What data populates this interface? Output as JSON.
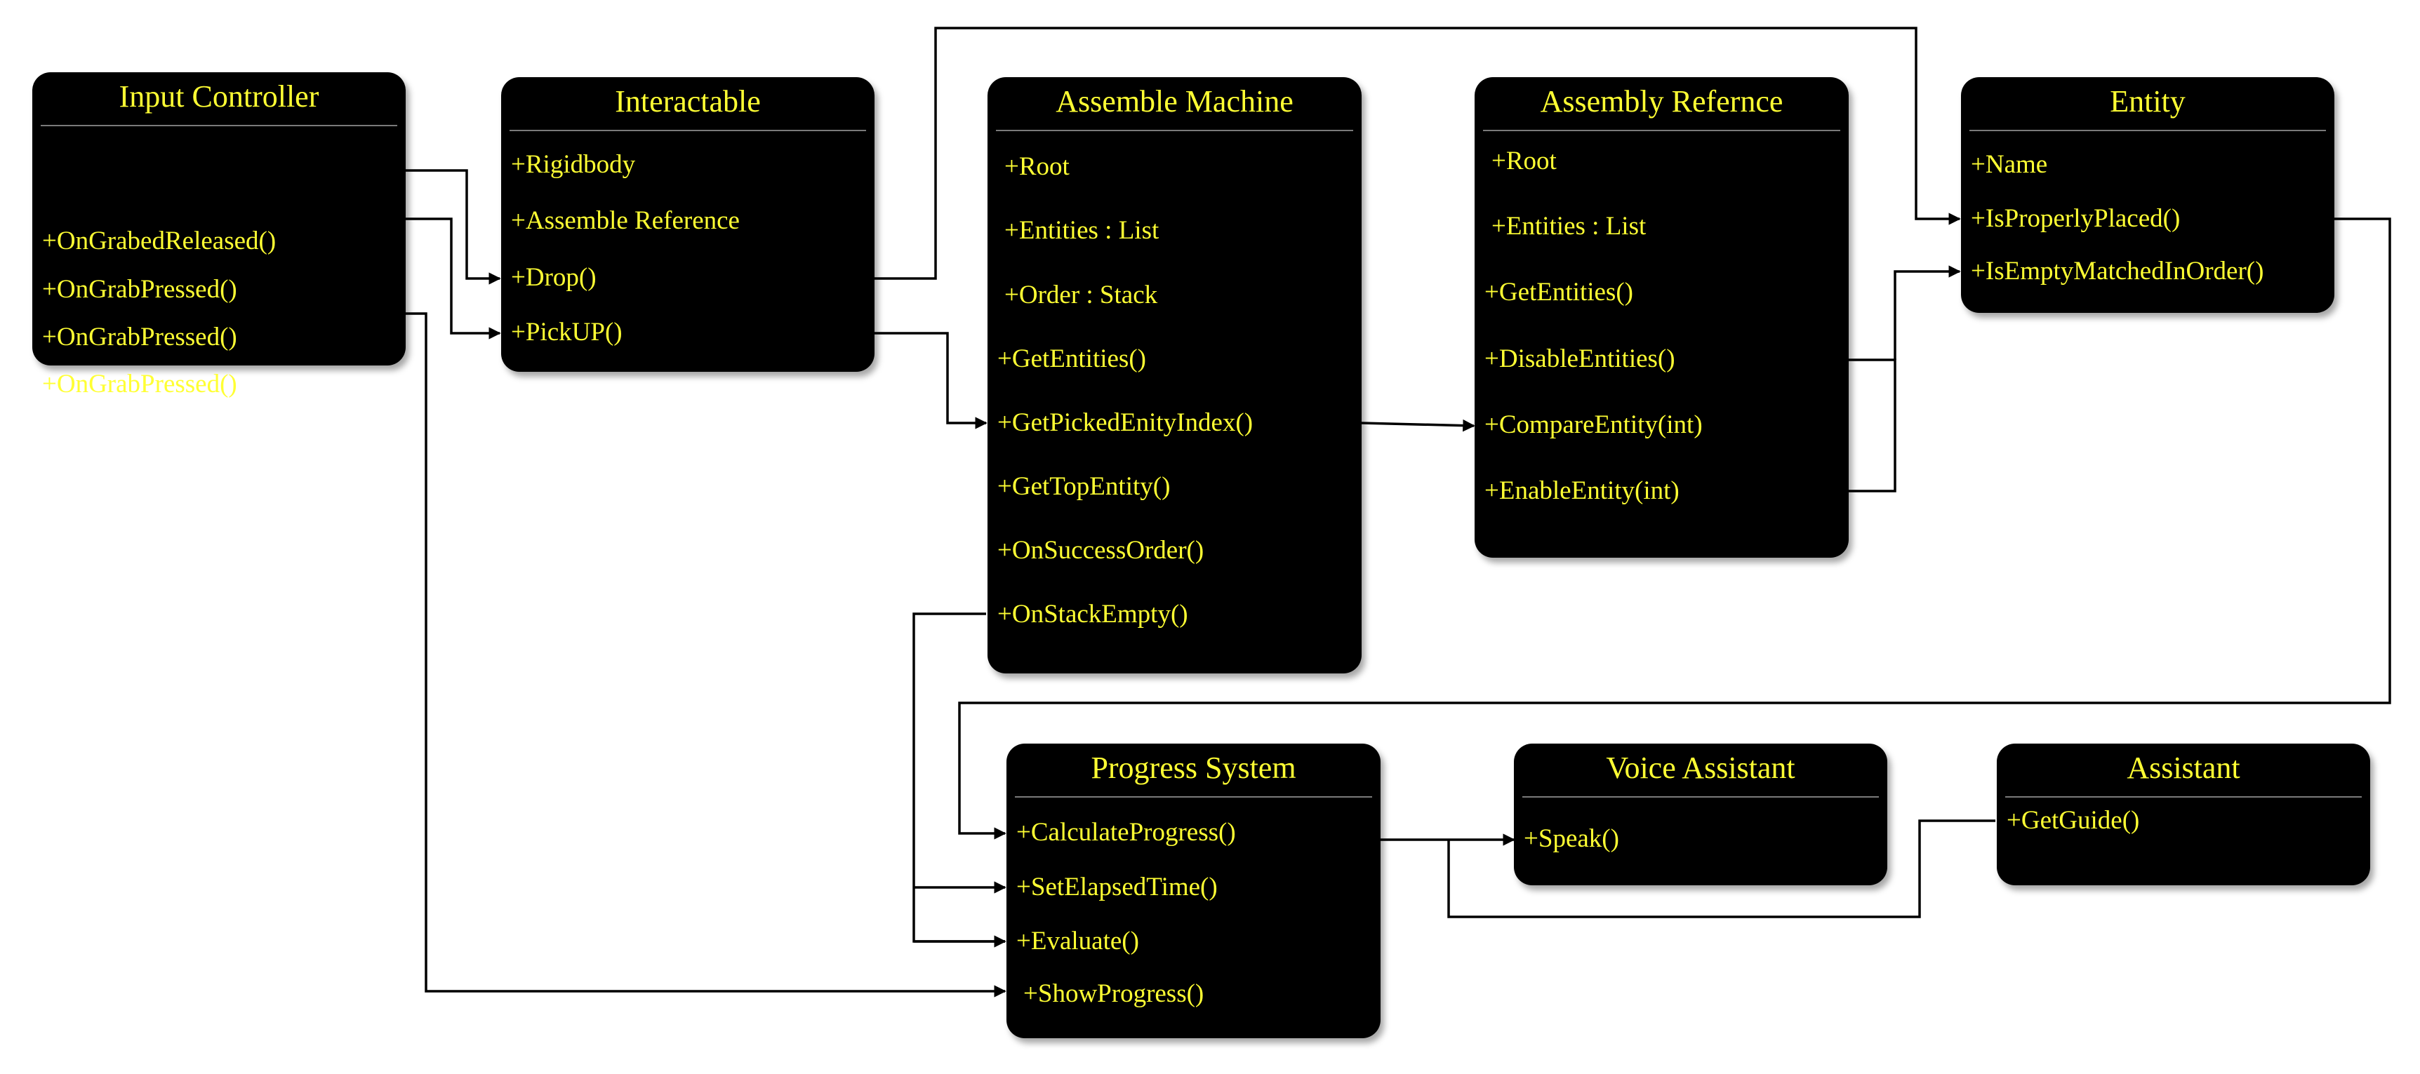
{
  "boxes": {
    "input_controller": {
      "title": "Input Controller",
      "items": [
        "+OnGrabedReleased()",
        "+OnGrabPressed()",
        "+OnGrabPressed()",
        "+OnGrabPressed()"
      ]
    },
    "interactable": {
      "title": "Interactable",
      "items": [
        "+Rigidbody",
        "+Assemble Reference",
        "+Drop()",
        "+PickUP()"
      ]
    },
    "assemble_machine": {
      "title": "Assemble Machine",
      "items": [
        "+Root",
        "+Entities : List",
        "+Order : Stack",
        "+GetEntities()",
        "+GetPickedEnityIndex()",
        "+GetTopEntity()",
        "+OnSuccessOrder()",
        "+OnStackEmpty()"
      ]
    },
    "assembly_reference": {
      "title": "Assembly Refernce",
      "items": [
        "+Root",
        "+Entities : List",
        "+GetEntities()",
        "+DisableEntities()",
        "+CompareEntity(int)",
        "+EnableEntity(int)"
      ]
    },
    "entity": {
      "title": "Entity",
      "items": [
        "+Name",
        "+IsProperlyPlaced()",
        "+IsEmptyMatchedInOrder()"
      ]
    },
    "progress_system": {
      "title": "Progress System",
      "items": [
        "+CalculateProgress()",
        "+SetElapsedTime()",
        "+Evaluate()",
        "+ShowProgress()"
      ]
    },
    "voice_assistant": {
      "title": "Voice Assistant",
      "items": [
        "+Speak()"
      ]
    },
    "assistant": {
      "title": "Assistant",
      "items": [
        "+GetGuide()"
      ]
    }
  },
  "colors": {
    "box_fill": "#000000",
    "text": "#ffff33",
    "separator": "#7a7a7a",
    "connector": "#000000"
  }
}
